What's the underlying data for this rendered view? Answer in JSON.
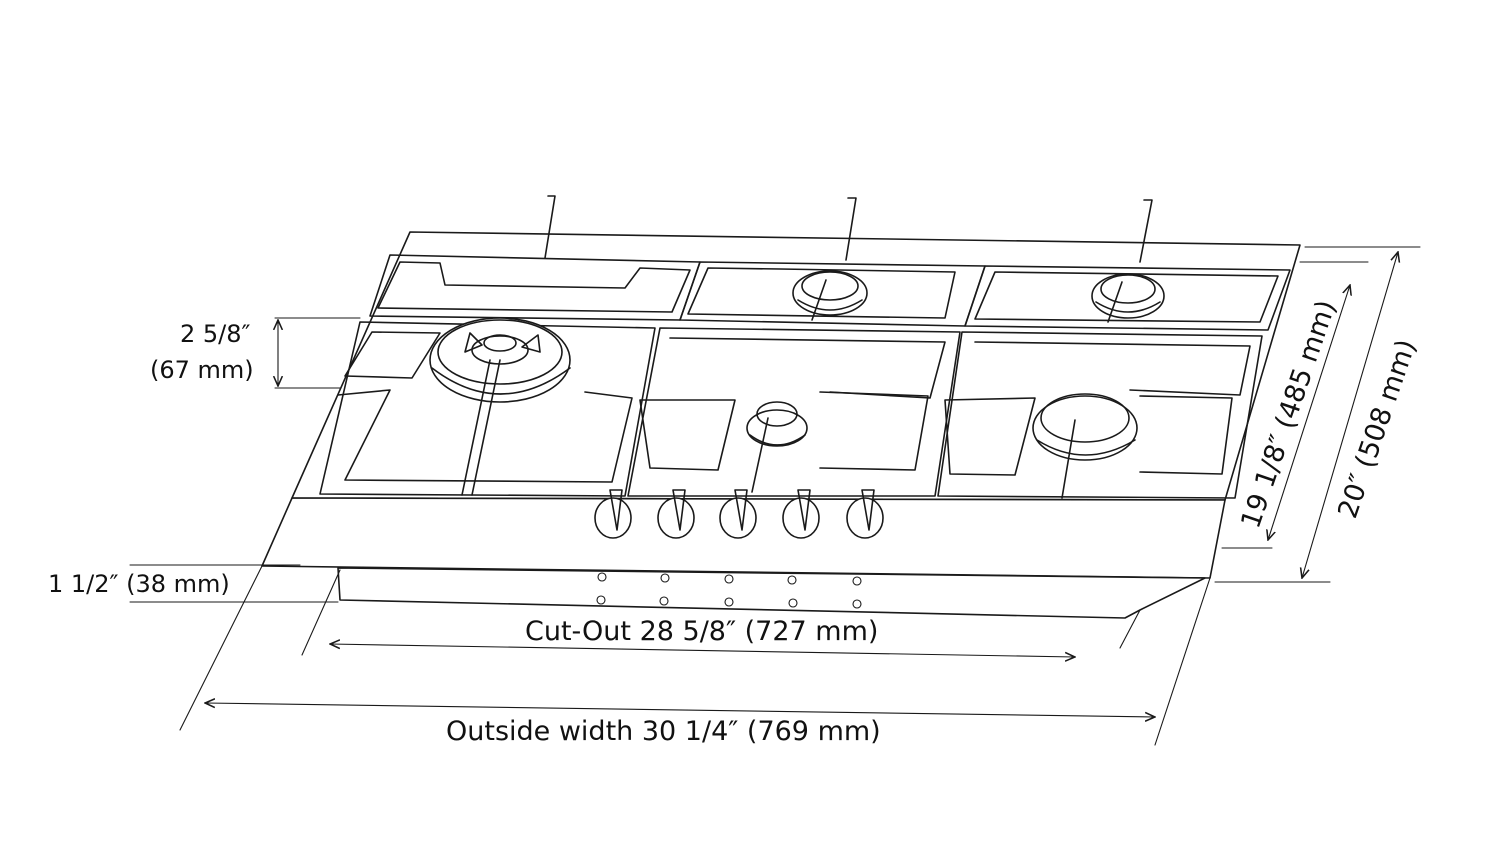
{
  "dimensions": {
    "grate_height_imperial": "2 5/8″",
    "grate_height_metric": "(67 mm)",
    "body_depth": "1 1/2″ (38 mm)",
    "cutout_width": "Cut-Out 28 5/8″  (727 mm)",
    "outside_width": "Outside width 30 1/4″ (769 mm)",
    "cutout_depth": "19 1/8″ (485 mm)",
    "outside_depth": "20″ (508 mm)"
  },
  "cooktop": {
    "burner_count": 5,
    "knob_count": 5
  }
}
